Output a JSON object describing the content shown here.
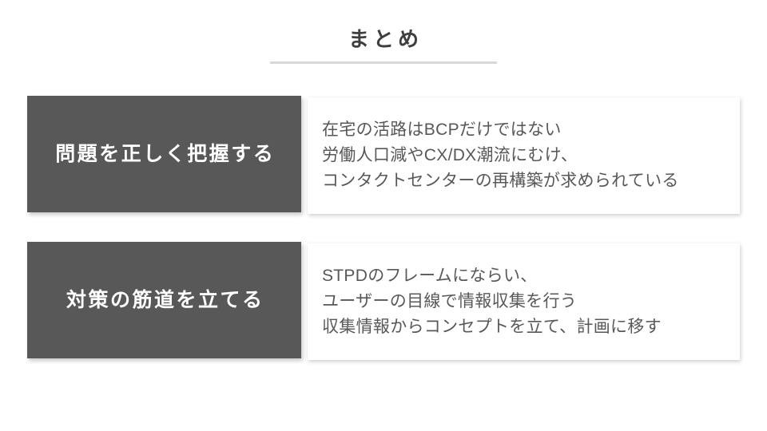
{
  "slide": {
    "title": "まとめ",
    "background_color": "#ffffff",
    "divider_color": "#d9d9d9",
    "accent_box_color": "#585858",
    "body_text_color": "#585858",
    "title_text_color": "#3f3f3f",
    "label_text_color": "#ffffff"
  },
  "rows": [
    {
      "label": "問題を正しく把握する",
      "lines": [
        "在宅の活路はBCPだけではない",
        "労働人口減やCX/DX潮流にむけ、",
        "コンタクトセンターの再構築が求められている"
      ]
    },
    {
      "label": "対策の筋道を立てる",
      "lines": [
        "STPDのフレームにならい、",
        "ユーザーの目線で情報収集を行う",
        "収集情報からコンセプトを立て、計画に移す"
      ]
    }
  ]
}
